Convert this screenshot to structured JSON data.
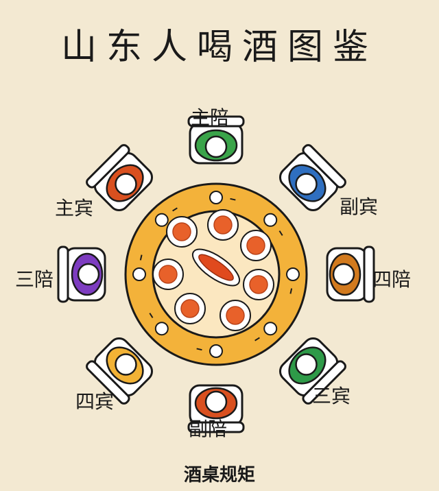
{
  "title": "山东人喝酒图鉴",
  "caption": "酒桌规矩",
  "seats": [
    {
      "label": "主陪",
      "color": "#3aa44a",
      "accent": "#2f8a3c"
    },
    {
      "label": "副宾",
      "color": "#2f6fc0",
      "accent": "#1f56a0"
    },
    {
      "label": "四陪",
      "color": "#d27a1e",
      "accent": "#b5620f"
    },
    {
      "label": "三宾",
      "color": "#2e9a48",
      "accent": "#237a38"
    },
    {
      "label": "副陪",
      "color": "#d9501f",
      "accent": "#b83e12"
    },
    {
      "label": "四宾",
      "color": "#f2b235",
      "accent": "#d99a1e"
    },
    {
      "label": "三陪",
      "color": "#7d3cc0",
      "accent": "#5e2a9a"
    },
    {
      "label": "主宾",
      "color": "#d9501f",
      "accent": "#b83e12"
    }
  ],
  "colors": {
    "table_ring": "#f3b23a",
    "table_inner": "#fbe7c0",
    "outline": "#1a1a1a",
    "dish": "#e8612a",
    "fish": "#e04a1e"
  }
}
